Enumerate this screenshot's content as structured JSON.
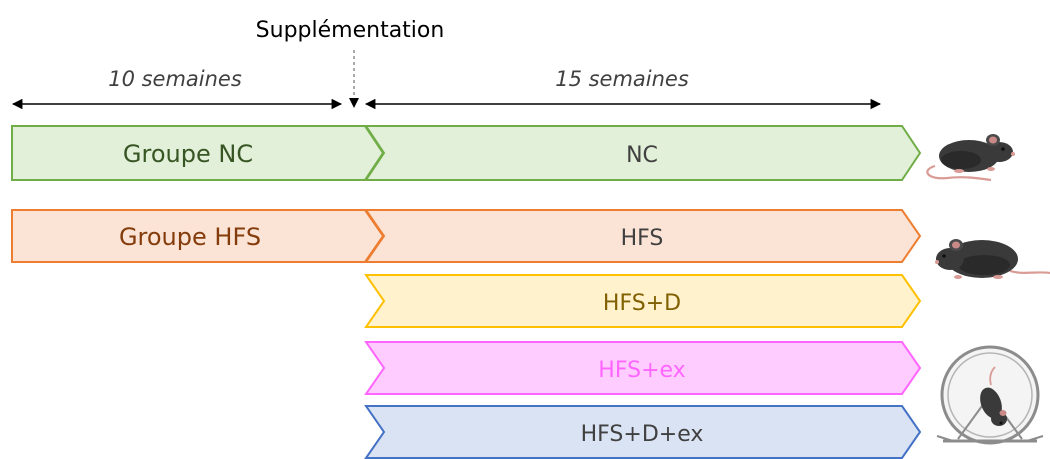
{
  "header": {
    "supplementation_label": "Supplémentation",
    "phase1_duration": "10 semaines",
    "phase2_duration": "15 semaines"
  },
  "groups": {
    "nc_group_label": "Groupe NC",
    "hfs_group_label": "Groupe HFS"
  },
  "arms": [
    {
      "label": "NC",
      "fill": "#e2efd9",
      "stroke": "#70ad47",
      "text": "#404040"
    },
    {
      "label": "HFS",
      "fill": "#fbe4d5",
      "stroke": "#ed7d31",
      "text": "#404040"
    },
    {
      "label": "HFS+D",
      "fill": "#fff2cc",
      "stroke": "#ffc000",
      "text": "#806000"
    },
    {
      "label": "HFS+ex",
      "fill": "#ffccff",
      "stroke": "#ff66ff",
      "text": "#ff66ff"
    },
    {
      "label": "HFS+D+ex",
      "fill": "#dae3f3",
      "stroke": "#4472c4",
      "text": "#404040"
    }
  ],
  "colors": {
    "nc_group_fill": "#e2efd9",
    "nc_group_stroke": "#70ad47",
    "nc_group_text": "#375623",
    "hfs_group_fill": "#fbe4d5",
    "hfs_group_stroke": "#ed7d31",
    "hfs_group_text": "#843c0c",
    "arrow": "#000000"
  },
  "icons": [
    "mouse-icon",
    "mouse-icon",
    "mouse-wheel-icon"
  ]
}
